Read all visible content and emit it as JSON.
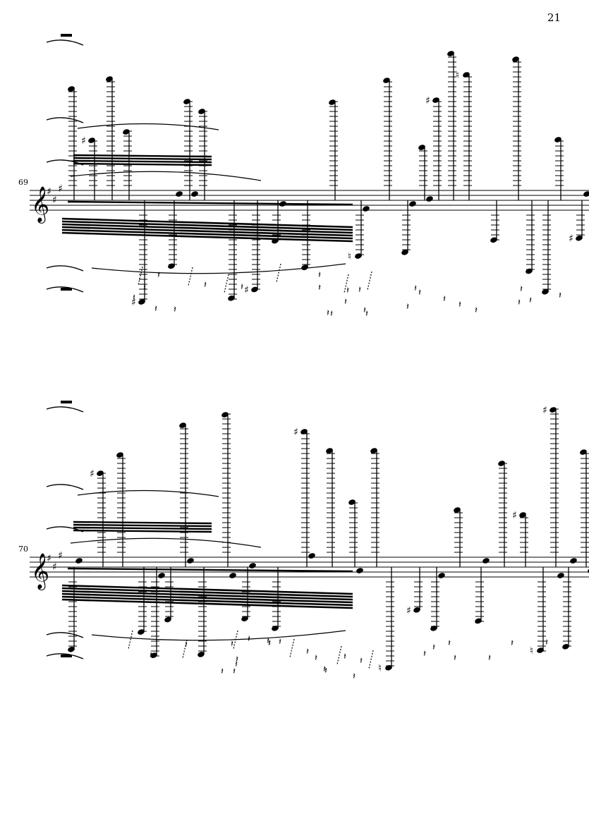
{
  "page": {
    "number": "21"
  },
  "systems": [
    {
      "measure_number": "69",
      "clef": "treble",
      "key_signature": "F# C# G# (A major)"
    },
    {
      "measure_number": "70",
      "clef": "treble",
      "key_signature": "F# C# G# (A major)"
    }
  ],
  "colors": {
    "ink": "#000000",
    "paper": "#ffffff"
  }
}
